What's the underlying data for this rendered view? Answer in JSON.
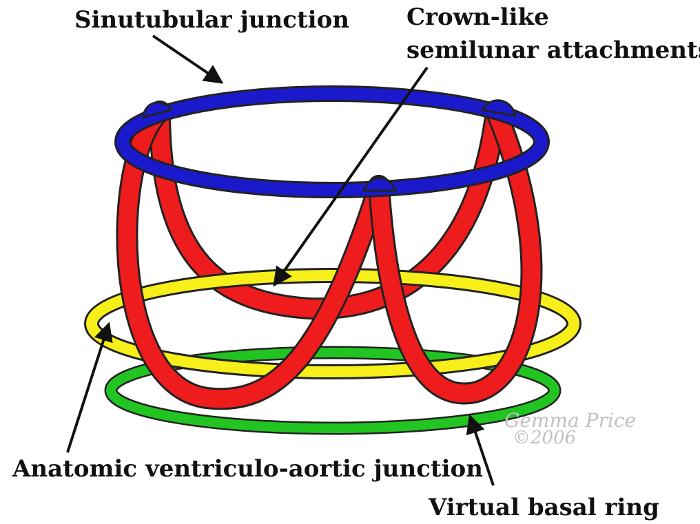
{
  "labels": {
    "sinutubular": "Sinutubular junction",
    "crown_line1": "Crown-like",
    "crown_line2": "semilunar attachments",
    "anatomic": "Anatomic ventriculo-aortic junction",
    "virtual": "Virtual basal ring"
  },
  "credit": {
    "name": "Gemma Price",
    "year": "©2006"
  },
  "colors": {
    "sinutubular_ring": "#1a1acc",
    "crown": "#ee1c1c",
    "anatomic_ring": "#f7ef1a",
    "virtual_ring": "#22c422",
    "outline": "#222222"
  }
}
